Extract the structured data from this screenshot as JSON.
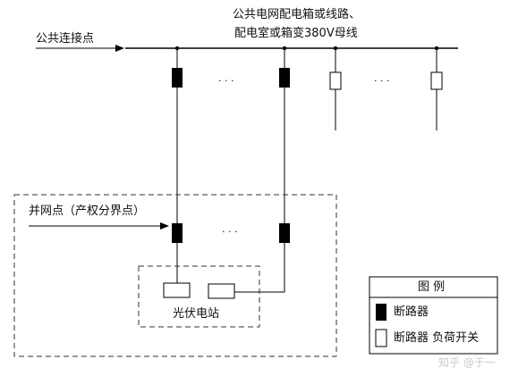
{
  "title_line1": "公共电网配电箱或线路、",
  "title_line2": "配电室或箱变380V母线",
  "common_connection_point": "公共连接点",
  "grid_connection_point": "并网点（产权分界点）",
  "pv_station": "光伏电站",
  "ellipsis": "· · ·",
  "legend": {
    "title": "图 例",
    "breaker_filled": "断路器",
    "breaker_empty": "断路器  负荷开关"
  },
  "watermark": "知乎 @于一",
  "colors": {
    "line": "#000000",
    "dash": "#333333",
    "filled": "#000000",
    "empty": "#ffffff"
  }
}
